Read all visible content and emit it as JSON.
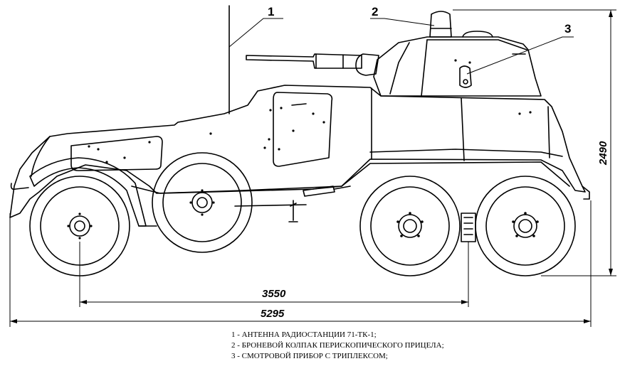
{
  "callouts": [
    "1",
    "2",
    "3"
  ],
  "dimensions": {
    "wheelbase": "3550",
    "length": "5295",
    "height": "2490"
  },
  "legend": [
    "1 - АНТЕННА РАДИОСТАНЦИИ 71-ТК-1;",
    "2 - БРОНЕВОЙ КОЛПАК ПЕРИСКОПИЧЕСКОГО ПРИЦЕЛА;",
    "3 - СМОТРОВОЙ ПРИБОР С ТРИПЛЕКСОМ;"
  ]
}
